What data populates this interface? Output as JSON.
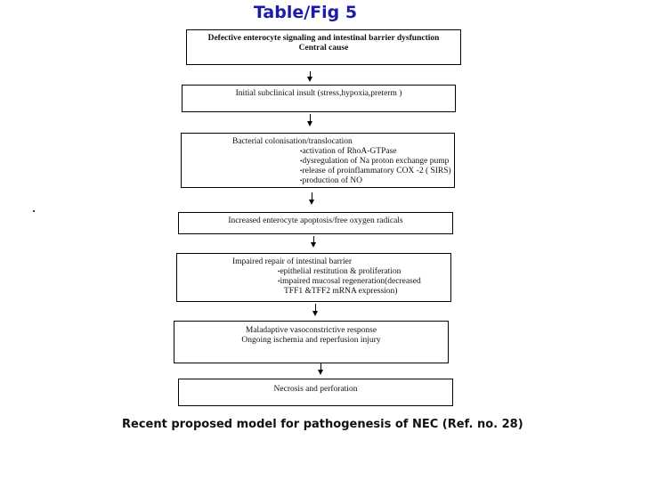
{
  "title": "Table/Fig 5",
  "boxes": [
    {
      "lines": [
        "Defective enterocyte signaling and intestinal barrier dysfunction",
        "Central cause"
      ]
    },
    {
      "lines": [
        "Initial subclinical insult (stress,hypoxia,preterm )"
      ]
    },
    {
      "heading": "Bacterial colonisation/translocation",
      "bullets": [
        "activation of RhoA-GTPase",
        "dysregulation of Na proton exchange pump",
        "release of proinflammatory COX -2 ( SIRS)",
        "production of NO"
      ]
    },
    {
      "lines": [
        "Increased enterocyte apoptosis/free oxygen radicals"
      ]
    },
    {
      "heading": "Impaired repair of intestinal barrier",
      "bullets": [
        "epithelial restitution & proliferation",
        "impaired mucosal regeneration(decreased"
      ],
      "continuation": "TFF1 &TFF2 mRNA expression)"
    },
    {
      "lines": [
        "Maladaptive vasoconstrictive response",
        "Ongoing ischemia and reperfusion injury"
      ]
    },
    {
      "lines": [
        "Necrosis and perforation"
      ]
    }
  ],
  "caption": "Recent proposed model for pathogenesis of NEC (Ref. no. 28)"
}
